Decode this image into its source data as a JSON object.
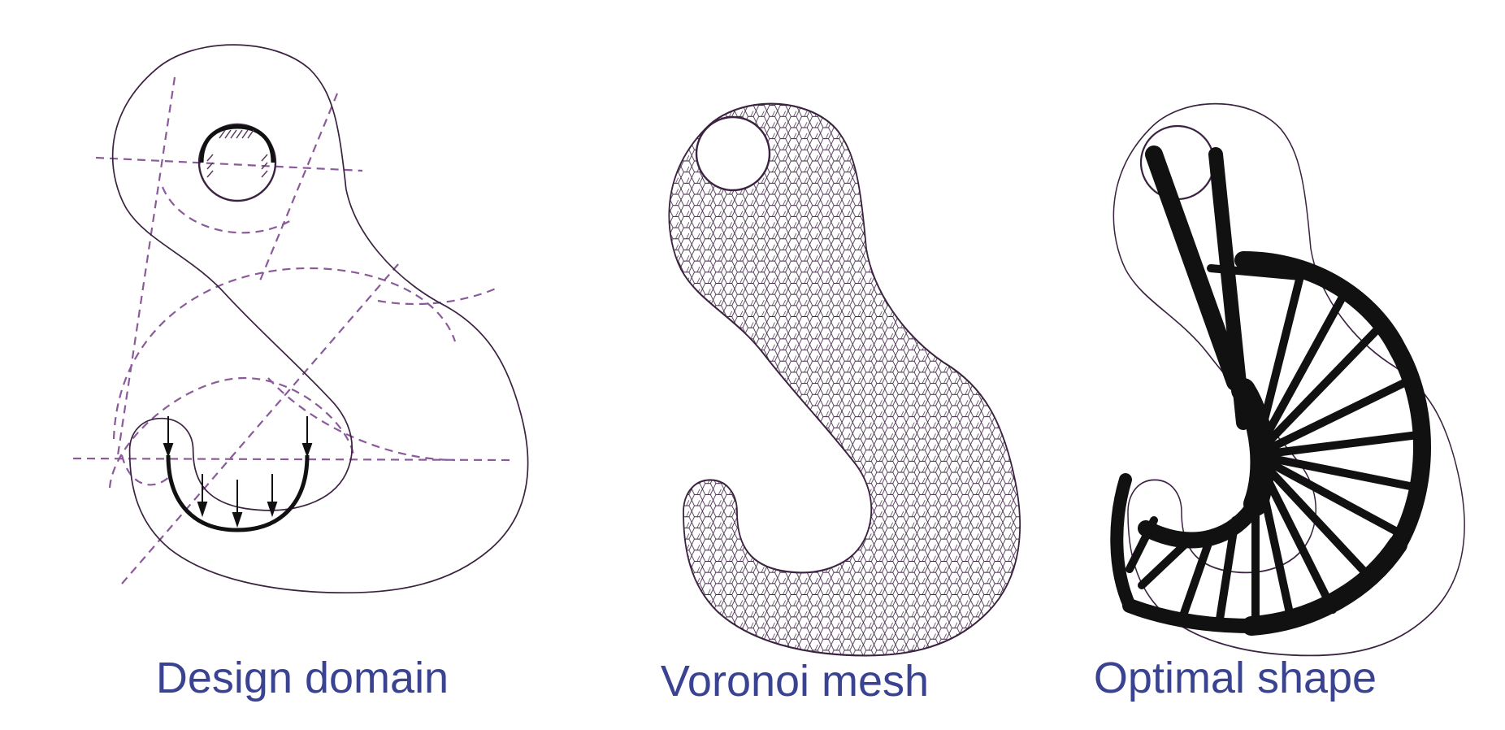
{
  "panels": [
    {
      "caption": "Design domain"
    },
    {
      "caption": "Voronoi mesh"
    },
    {
      "caption": "Optimal shape"
    }
  ],
  "colors": {
    "caption": "#3a4391",
    "outline": "#3b2240",
    "dashed": "#8a5a9a",
    "structure": "#111111"
  },
  "icons": [
    "fixed-support-icon",
    "load-arrow-icon"
  ]
}
